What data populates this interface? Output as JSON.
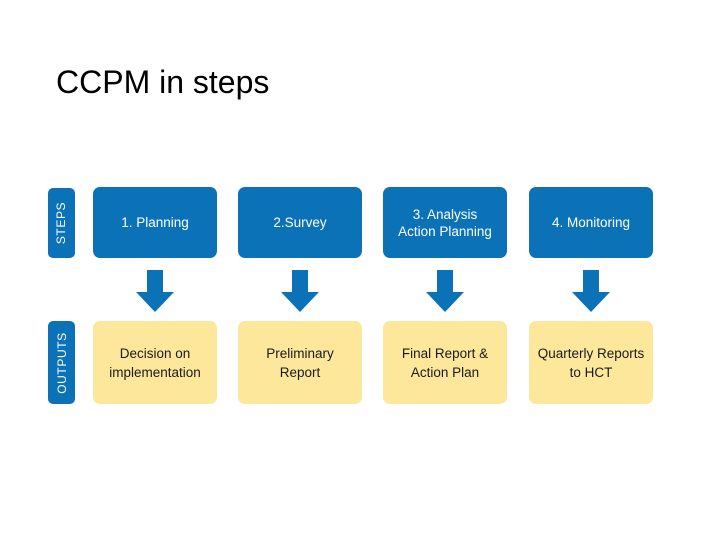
{
  "slide": {
    "title": "CCPM in steps",
    "background_color": "#FFFFFF"
  },
  "colors": {
    "step_blue": "#0C72B8",
    "output_yellow": "#FDE79B",
    "arrow_blue": "#0C72B8",
    "step_text": "#FFFFFF",
    "output_text": "#1A1A1A",
    "title_text": "#000000"
  },
  "bands": {
    "steps_label": "STEPS",
    "outputs_label": "OUTPUTS"
  },
  "diagram": {
    "type": "process-flow",
    "columns": 4,
    "rows": [
      "STEPS",
      "OUTPUTS"
    ],
    "steps": [
      {
        "label": "1. Planning"
      },
      {
        "label": "2.Survey"
      },
      {
        "label": "3. Analysis\nAction Planning"
      },
      {
        "label": "4. Monitoring"
      }
    ],
    "outputs": [
      {
        "label": "Decision on implementation"
      },
      {
        "label": "Preliminary Report"
      },
      {
        "label": "Final Report & Action Plan"
      },
      {
        "label": "Quarterly Reports to HCT"
      }
    ],
    "arrows": [
      {
        "name": "arrow-down-1",
        "direction": "down",
        "from": "1. Planning",
        "to": "Decision on implementation"
      },
      {
        "name": "arrow-down-2",
        "direction": "down",
        "from": "2.Survey",
        "to": "Preliminary Report"
      },
      {
        "name": "arrow-down-3",
        "direction": "down",
        "from": "3. Analysis Action Planning",
        "to": "Final Report & Action Plan"
      },
      {
        "name": "arrow-down-4",
        "direction": "down",
        "from": "4. Monitoring",
        "to": "Quarterly Reports to HCT"
      }
    ]
  }
}
